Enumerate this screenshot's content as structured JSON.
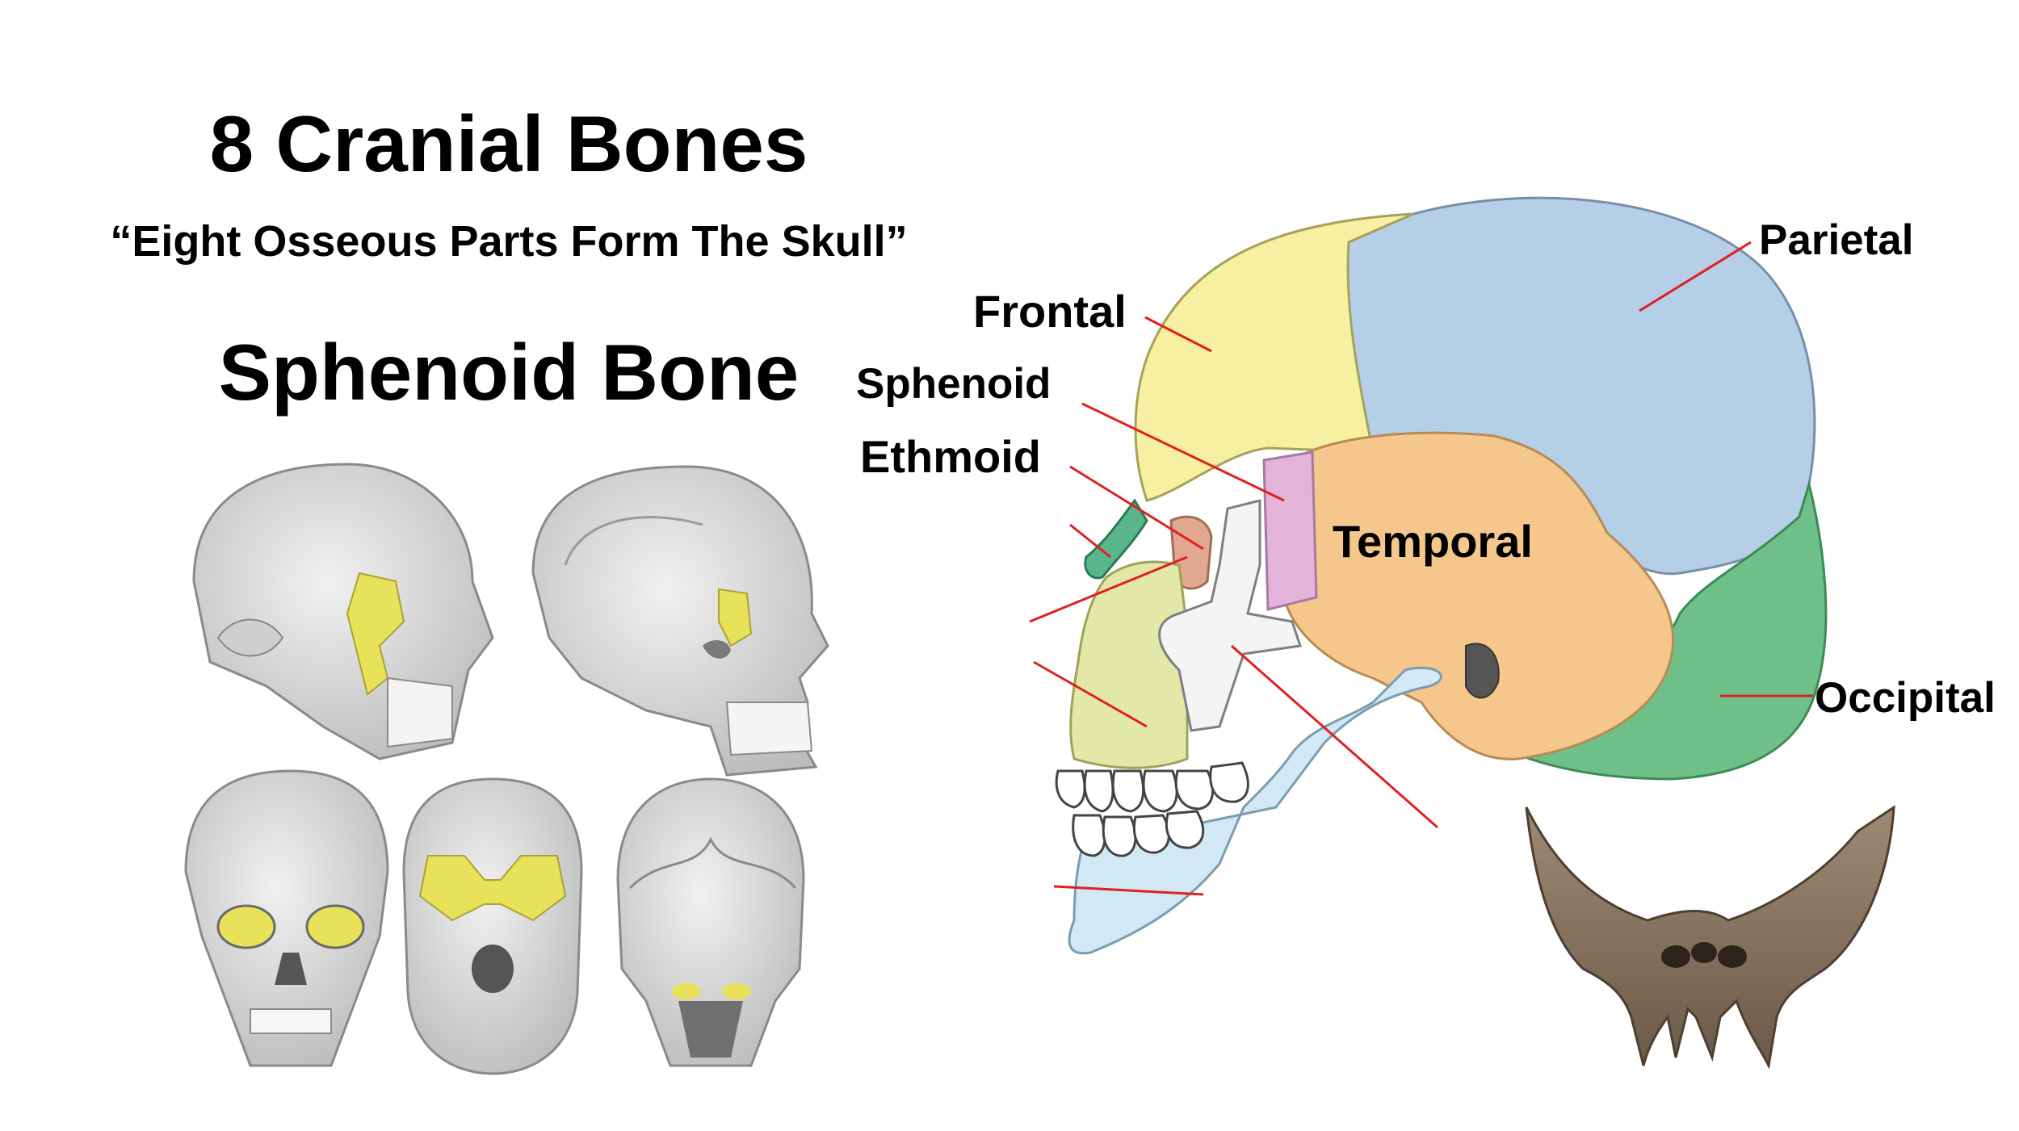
{
  "header": {
    "title": "8 Cranial Bones",
    "mnemonic": "“Eight Osseous Parts Form The Skull”",
    "section": "Sphenoid Bone"
  },
  "diagram": {
    "labels": {
      "frontal": "Frontal",
      "sphenoid": "Sphenoid",
      "ethmoid": "Ethmoid",
      "temporal": "Temporal",
      "parietal": "Parietal",
      "occipital": "Occipital"
    },
    "colors": {
      "frontal": "#f6f0a0",
      "parietal": "#b6cfe9",
      "temporal": "#f6c78c",
      "occipital": "#6fbf88",
      "sphenoid": "#e3b3d9",
      "ethmoid": "#e0a890",
      "maxilla": "#e2e8a8",
      "zygomatic": "#f4f4f4",
      "mandible": "#d2e9f5",
      "nasal": "#5bb58a",
      "leader_line": "#e02020",
      "highlight": "#e8e25a"
    }
  }
}
